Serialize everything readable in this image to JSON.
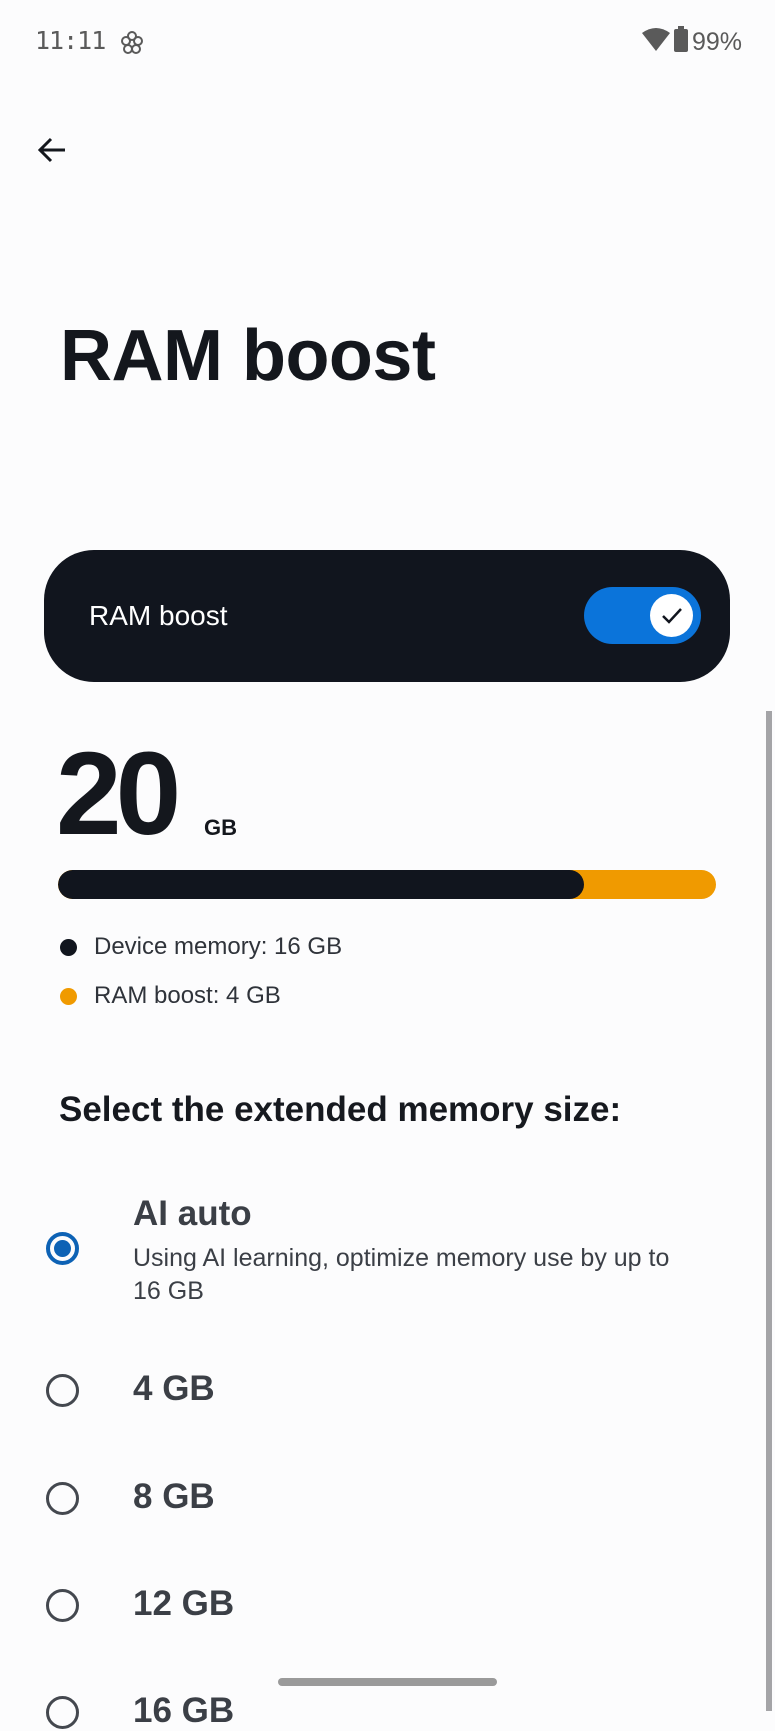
{
  "status_bar": {
    "time": "11:11",
    "battery": "99%",
    "icons": [
      "settings-flower-icon",
      "wifi-icon",
      "battery-icon"
    ]
  },
  "header": {
    "back_icon": "arrow-left-icon",
    "title": "RAM boost"
  },
  "toggle_card": {
    "label": "RAM boost",
    "enabled": true
  },
  "memory": {
    "total_value": "20",
    "total_unit": "GB",
    "device_fraction": 0.8,
    "legend": [
      {
        "label": "Device memory: 16 GB",
        "color": "#11151e"
      },
      {
        "label": "RAM boost: 4 GB",
        "color": "#f09a00"
      }
    ]
  },
  "selection": {
    "heading": "Select the extended memory size:",
    "options": [
      {
        "label": "AI auto",
        "description": "Using AI learning, optimize memory use by up to 16 GB",
        "selected": true
      },
      {
        "label": "4 GB",
        "selected": false
      },
      {
        "label": "8 GB",
        "selected": false
      },
      {
        "label": "12 GB",
        "selected": false
      },
      {
        "label": "16 GB",
        "selected": false
      }
    ]
  }
}
